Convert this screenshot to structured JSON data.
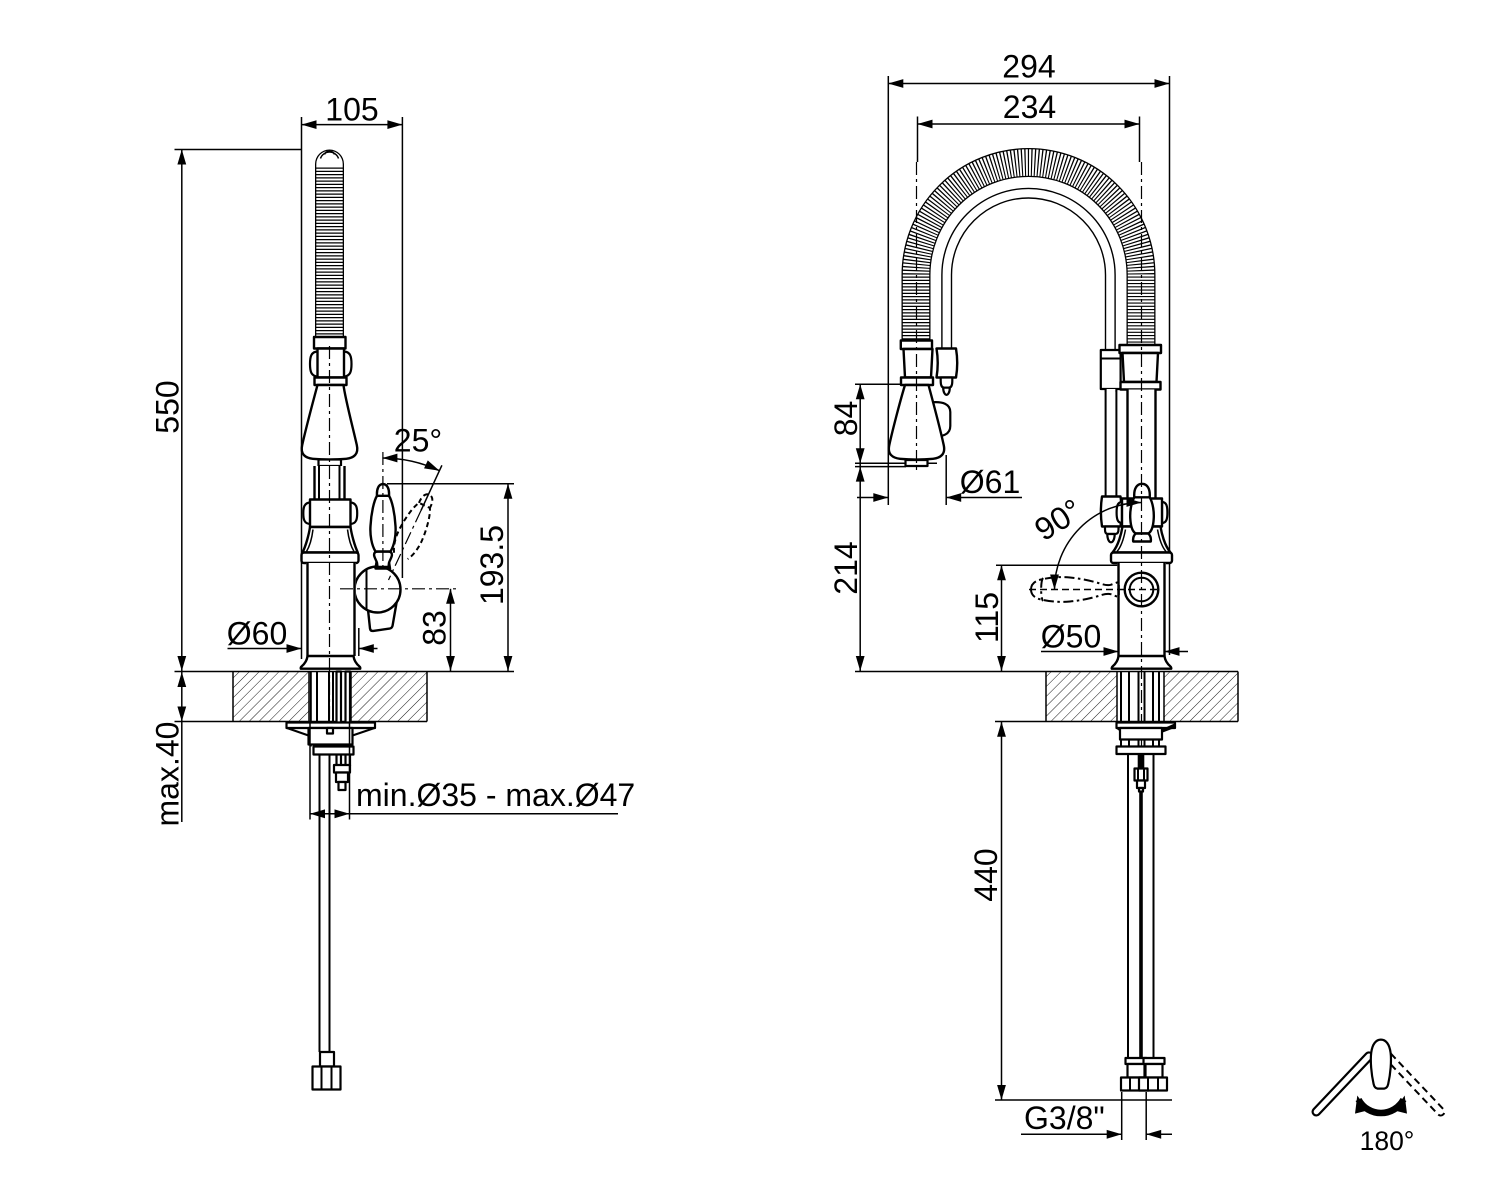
{
  "diagram": {
    "type": "technical-dimension-drawing",
    "subject": "kitchen mixer tap with pull-down spring spout, side view and front view with installation dimensions",
    "background_color": "#ffffff",
    "line_color": "#000000",
    "views": {
      "side_view": {
        "name": "side view",
        "dimensions": {
          "spout_width": {
            "label": "105"
          },
          "total_height": {
            "label": "550"
          },
          "handle_tilt_angle": {
            "label": "25°"
          },
          "handle_top_height": {
            "label": "193.5"
          },
          "valve_axis_height": {
            "label": "83"
          },
          "base_diameter": {
            "label": "Ø60"
          },
          "counter_thickness": {
            "label": "max.40"
          },
          "mounting_hole": {
            "label": "min.Ø35 - max.Ø47"
          }
        }
      },
      "front_view": {
        "name": "front view",
        "dimensions": {
          "overall_width": {
            "label": "294"
          },
          "arch_width": {
            "label": "234"
          },
          "spray_head_height": {
            "label": "84"
          },
          "spray_head_diameter": {
            "label": "Ø61"
          },
          "handle_swing_angle": {
            "label": "90°"
          },
          "outlet_height": {
            "label": "214"
          },
          "handle_axis_height": {
            "label": "115"
          },
          "body_diameter": {
            "label": "Ø50"
          },
          "hose_length": {
            "label": "440"
          },
          "supply_thread": {
            "label": "G3/8\""
          }
        }
      },
      "swivel_symbol": {
        "name": "handle swivel range symbol",
        "rotation": {
          "label": "180°"
        }
      }
    }
  }
}
